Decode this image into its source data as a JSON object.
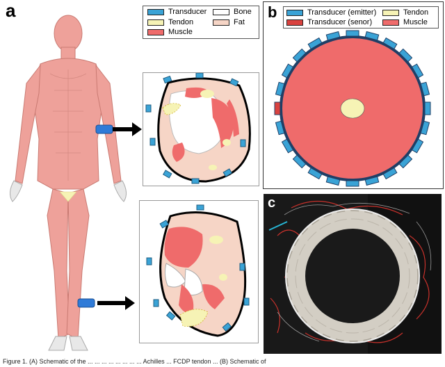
{
  "panels": {
    "a": {
      "letter": "a",
      "legend": [
        {
          "label": "Transducer",
          "color": "#3aa3d6"
        },
        {
          "label": "Bone",
          "color": "#ffffff"
        },
        {
          "label": "Tendon",
          "color": "#f6f3b5"
        },
        {
          "label": "Fat",
          "color": "#f6d5c6"
        },
        {
          "label": "Muscle",
          "color": "#ef6b6b"
        }
      ]
    },
    "b": {
      "letter": "b",
      "legend": [
        {
          "label": "Transducer (emitter)",
          "color": "#3aa3d6"
        },
        {
          "label": "Tendon",
          "color": "#f6f3b5"
        },
        {
          "label": "Transducer (senor)",
          "color": "#d9423f"
        },
        {
          "label": "Muscle",
          "color": "#ef6b6b"
        }
      ]
    },
    "c": {
      "letter": "c"
    }
  },
  "caption": "Figure 1. (A) Schematic of the ... ... ... ... ... ... ... ... Achilles ... FCDP tendon ... (B) Schematic of"
}
